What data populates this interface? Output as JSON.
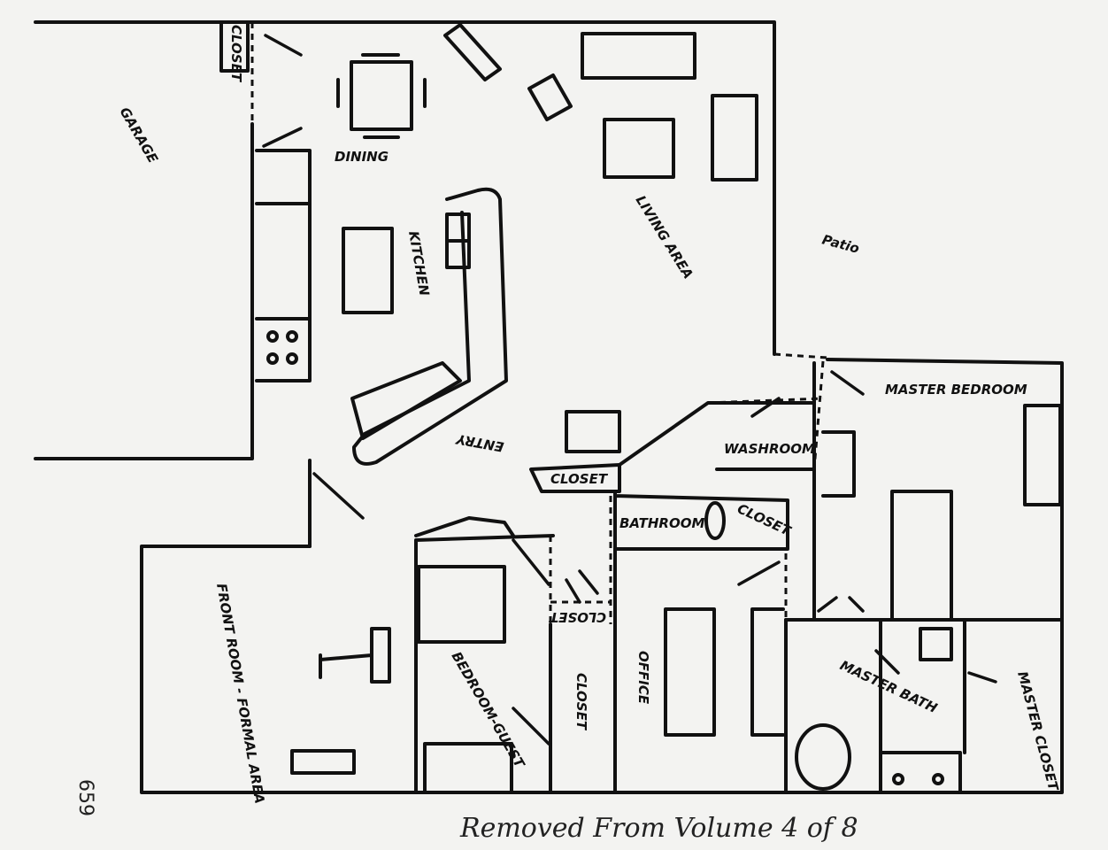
{
  "rooms": {
    "closet_top": "CLOSET",
    "dining": "DINING",
    "garage": "GARAGE",
    "kitchen": "KITCHEN",
    "living": "LIVING AREA",
    "patio": "Patio",
    "entry": "ENTRY",
    "closet_entry": "CLOSET",
    "washroom": "WASHROOM",
    "master_bedroom": "MASTER BEDROOM",
    "bathroom": "BATHROOM",
    "closet_bath": "CLOSET",
    "closet_hall": "CLOSET",
    "guest_bedroom": "BEDROOM-GUEST",
    "closet_guest": "CLOSET",
    "office": "OFFICE",
    "master_bath": "MASTER BATH",
    "master_closet": "MASTER CLOSET",
    "front_room": "FRONT ROOM - FORMAL AREA"
  },
  "page_number": "659",
  "annotation": "Removed From Volume 4 of 8"
}
